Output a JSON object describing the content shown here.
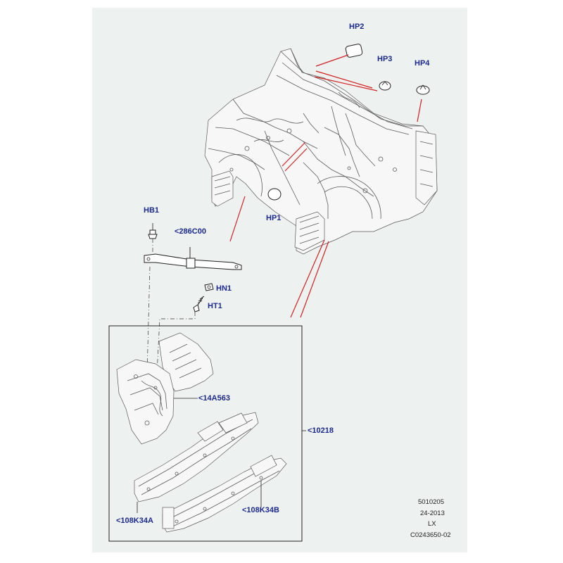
{
  "callouts": {
    "hp2": "HP2",
    "hp3": "HP3",
    "hp4": "HP4",
    "hp1": "HP1",
    "hb1": "HB1",
    "c286c00": "<286C00",
    "hn1": "HN1",
    "ht1": "HT1",
    "c14a563": "<14A563",
    "c10218": "<10218",
    "c108k34a": "<108K34A",
    "c108k34b": "<108K34B"
  },
  "reference": {
    "line1": "5010205",
    "line2": "24-2013",
    "line3": "LX",
    "line4": "C0243650-02"
  },
  "colors": {
    "callout_text": "#1c2a8c",
    "leader_lines": "#d42020",
    "background": "#edf1f0"
  }
}
